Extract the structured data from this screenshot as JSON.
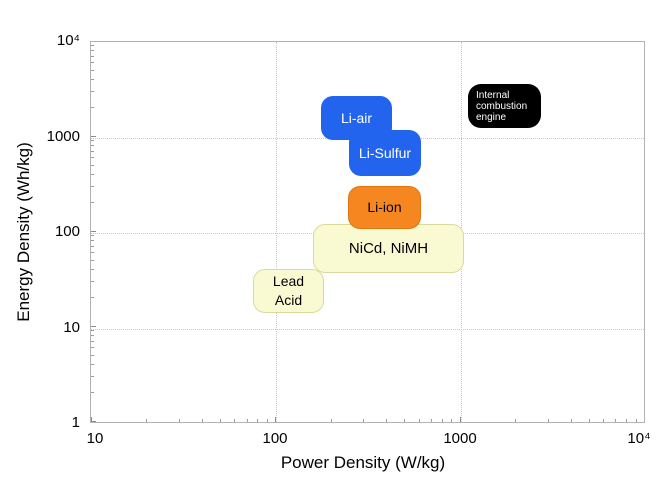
{
  "axes": {
    "x_title": "Power Density (W/kg)",
    "y_title": "Energy Density (Wh/kg)",
    "x_ticks": [
      "10",
      "100",
      "1000",
      "10⁴"
    ],
    "y_ticks": [
      "10⁴",
      "1000",
      "100",
      "10",
      "1"
    ]
  },
  "boxes": {
    "li_air": {
      "label": "Li-air"
    },
    "li_sulfur": {
      "label": "Li-Sulfur"
    },
    "li_ion": {
      "label": "Li-ion"
    },
    "nicd_nimh": {
      "label": "NiCd, NiMH"
    },
    "lead_acid": {
      "lines": [
        "Lead",
        "Acid"
      ]
    },
    "ice": {
      "lines": [
        "Internal",
        "combustion",
        "engine"
      ]
    }
  },
  "colors": {
    "lithium_blue": "#2364ee",
    "li_ion_orange": "#f6861f",
    "battery_pale_yellow": "#fafad2",
    "pale_yellow_border": "#d9d99e",
    "ice_black": "#000000",
    "gridline_gray": "#c8c8c8",
    "frame_gray": "#b3b3b3"
  },
  "chart_data": {
    "type": "labeled-region scatter (Ragone plot)",
    "title": "",
    "xlabel": "Power Density (W/kg)",
    "ylabel": "Energy Density (Wh/kg)",
    "x_scale": "log",
    "y_scale": "log",
    "xlim": [
      10,
      10000
    ],
    "ylim": [
      1,
      10000
    ],
    "x_tick_labels": [
      "10",
      "100",
      "1000",
      "10⁴"
    ],
    "y_tick_labels": [
      "1",
      "10",
      "100",
      "1000",
      "10⁴"
    ],
    "grid": "dotted gridlines at each decade",
    "legend": "none (regions labeled inline)",
    "regions": [
      {
        "label": "Li-air",
        "x_range_W_per_kg": [
          175,
          425
        ],
        "y_range_Wh_per_kg": [
          950,
          2700
        ],
        "fill": "#2364ee",
        "text_color": "#ffffff"
      },
      {
        "label": "Li-Sulfur",
        "x_range_W_per_kg": [
          250,
          600
        ],
        "y_range_Wh_per_kg": [
          400,
          1200
        ],
        "fill": "#2364ee",
        "text_color": "#ffffff"
      },
      {
        "label": "Li-ion",
        "x_range_W_per_kg": [
          250,
          600
        ],
        "y_range_Wh_per_kg": [
          110,
          310
        ],
        "fill": "#f6861f",
        "text_color": "#000000"
      },
      {
        "label": "NiCd, NiMH",
        "x_range_W_per_kg": [
          160,
          1000
        ],
        "y_range_Wh_per_kg": [
          40,
          125
        ],
        "fill": "#fafad2",
        "text_color": "#000000"
      },
      {
        "label": "Lead Acid",
        "x_range_W_per_kg": [
          75,
          180
        ],
        "y_range_Wh_per_kg": [
          15,
          42
        ],
        "fill": "#fafad2",
        "text_color": "#000000"
      },
      {
        "label": "Internal combustion engine",
        "x_range_W_per_kg": [
          1100,
          2700
        ],
        "y_range_Wh_per_kg": [
          1250,
          3600
        ],
        "fill": "#000000",
        "text_color": "#ffffff"
      }
    ]
  }
}
